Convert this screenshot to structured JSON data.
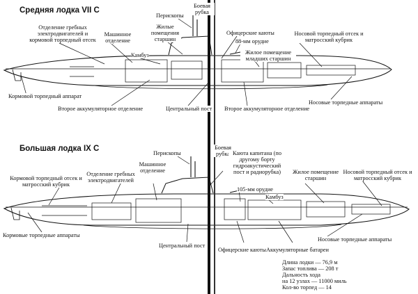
{
  "boat1": {
    "title": "Средняя лодка VII C",
    "labels": {
      "periscopes": "Перископы",
      "tower": "Боевая рубка",
      "living_quarters": "Жилые помещения старшин",
      "motor_room": "Отделение гребных электродвигателей и кормовой торпедный отсек",
      "engine_room": "Машинное отделение",
      "galley": "Камбуз",
      "officer_cabins": "Офицерские каюты",
      "gun": "88-мм орудие",
      "living_quarters_junior": "Жилое помещение младших старшин",
      "bow_torpedo": "Носовой торпедный отсек и матросский кубрик",
      "stern_tube": "Кормовой торпедный аппарат",
      "battery_2_left": "Второе аккумуляторное отделение",
      "central_post": "Центральный пост",
      "battery_2_right": "Второе аккумуляторное отделение",
      "bow_tubes": "Носовые торпедные аппараты"
    }
  },
  "boat2": {
    "title": "Большая лодка IX C",
    "labels": {
      "periscopes": "Перископы",
      "tower": "Боевая рубка",
      "captain_cabin": "Каюта капитана (по другому борту гидроакустический пост и радиорубка)",
      "motor_room": "Отделение гребных электродвигателей",
      "engine_room": "Машинное отделение",
      "stern_torpedo": "Кормовой торпедный отсек и матросский кубрик",
      "living_quarters": "Жилое помещение старшин",
      "bow_torpedo": "Носовой торпедный отсек и матросский кубрик",
      "gun": "105-мм орудие",
      "galley": "Камбуз",
      "stern_tubes": "Кормовые торпедные аппараты",
      "central_post": "Центральный пост",
      "officer_cabins": "Офицерские каюты",
      "batteries": "Аккумуляторные батареи",
      "bow_tubes": "Носовые торпедные аппараты"
    }
  },
  "specs": [
    {
      "label": "Длина лодки",
      "value": "76,9 м"
    },
    {
      "label": "Запас топлива",
      "value": "208 т"
    },
    {
      "label": "Дальность хода",
      "value": ""
    },
    {
      "label": "на 12 узлах",
      "value": "11000 миль"
    },
    {
      "label": "Кол-во торпед",
      "value": "14"
    }
  ]
}
